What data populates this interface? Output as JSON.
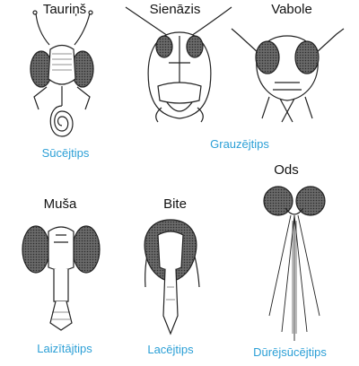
{
  "diagram": {
    "insects": [
      {
        "name": "Tauriņš",
        "mouthpart_type": "Sūcējtips"
      },
      {
        "name": "Sienāzis",
        "mouthpart_type": "Grauzējtips"
      },
      {
        "name": "Vabole",
        "mouthpart_type": ""
      },
      {
        "name": "Muša",
        "mouthpart_type": "Laizītājtips"
      },
      {
        "name": "Bite",
        "mouthpart_type": "Lacējtips"
      },
      {
        "name": "Ods",
        "mouthpart_type": "Dūrējsūcējtips"
      }
    ],
    "colors": {
      "label_type": "#2b9fd6",
      "line": "#222222",
      "eye": "#555555"
    }
  }
}
